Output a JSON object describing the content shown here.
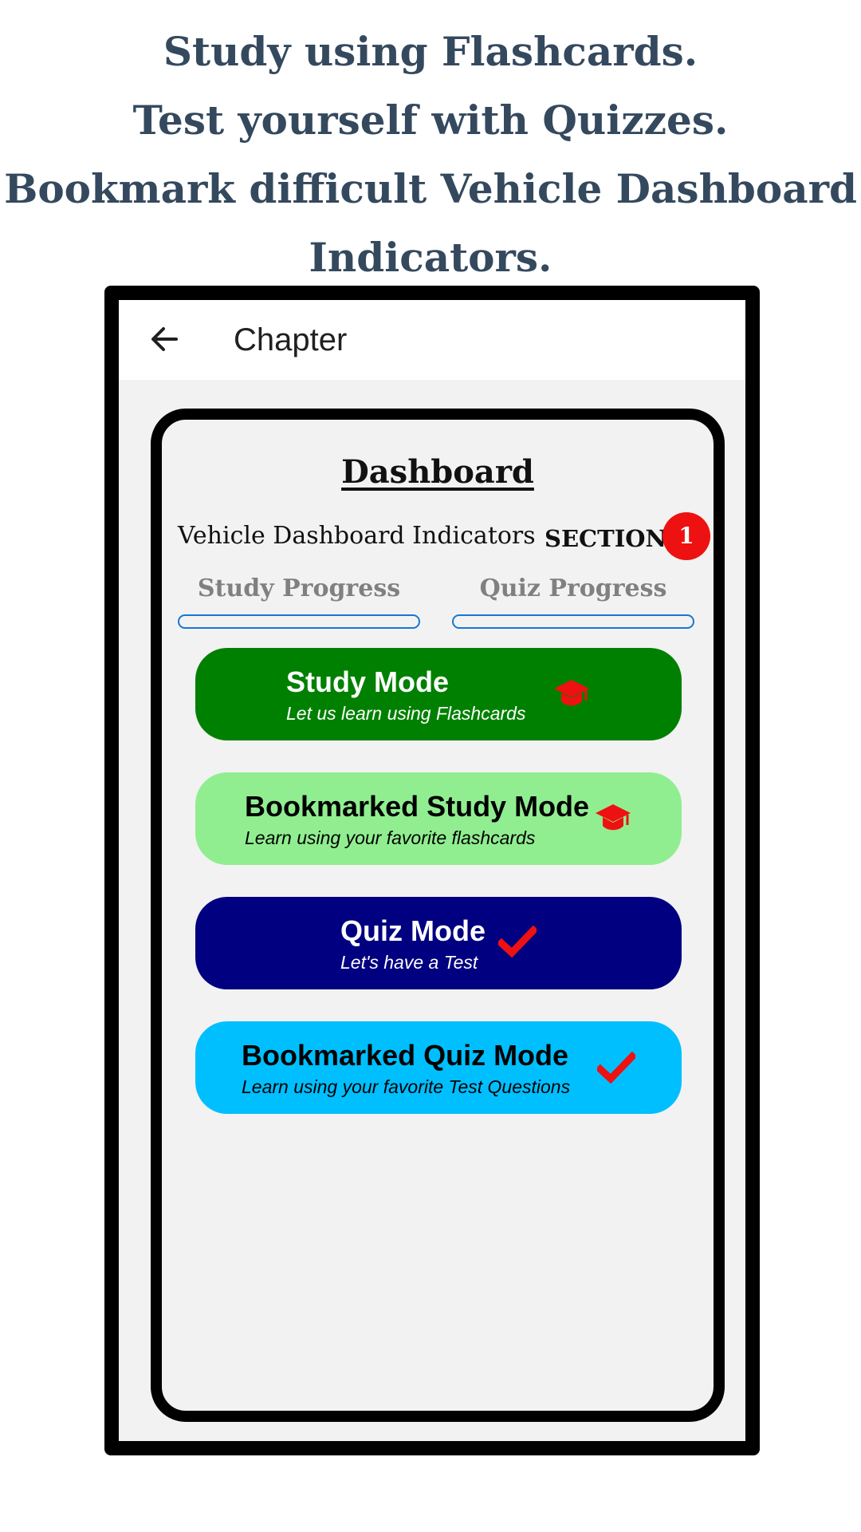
{
  "promo": {
    "line1": "Study using Flashcards.",
    "line2": "Test yourself with Quizzes.",
    "line3": "Bookmark difficult Vehicle Dashboard",
    "line4": "Indicators."
  },
  "appbar": {
    "back_icon": "arrow-left-icon",
    "title": "Chapter"
  },
  "dashboard": {
    "title": "Dashboard",
    "chapter_name": "Vehicle Dashboard Indicators",
    "section_label": "SECTION",
    "section_number": "1",
    "study_progress_label": "Study Progress",
    "quiz_progress_label": "Quiz Progress",
    "study_progress_percent": 0,
    "quiz_progress_percent": 0
  },
  "modes": [
    {
      "title": "Study Mode",
      "subtitle": "Let us learn using Flashcards",
      "icon": "graduation-cap-icon",
      "bg": "#008000",
      "text_color": "#ffffff"
    },
    {
      "title": "Bookmarked Study Mode",
      "subtitle": "Learn using your favorite flashcards",
      "icon": "graduation-cap-icon",
      "bg": "#90ee90",
      "text_color": "#000000"
    },
    {
      "title": "Quiz Mode",
      "subtitle": "Let's have a Test",
      "icon": "checkmark-icon",
      "bg": "#000080",
      "text_color": "#ffffff"
    },
    {
      "title": "Bookmarked Quiz Mode",
      "subtitle": "Learn using your favorite Test Questions",
      "icon": "checkmark-icon",
      "bg": "#00bfff",
      "text_color": "#000000"
    }
  ],
  "colors": {
    "promo_text": "#34495e",
    "icon_accent": "#ee1111",
    "progress_border": "#1976d2",
    "badge_bg": "#ee1111"
  }
}
